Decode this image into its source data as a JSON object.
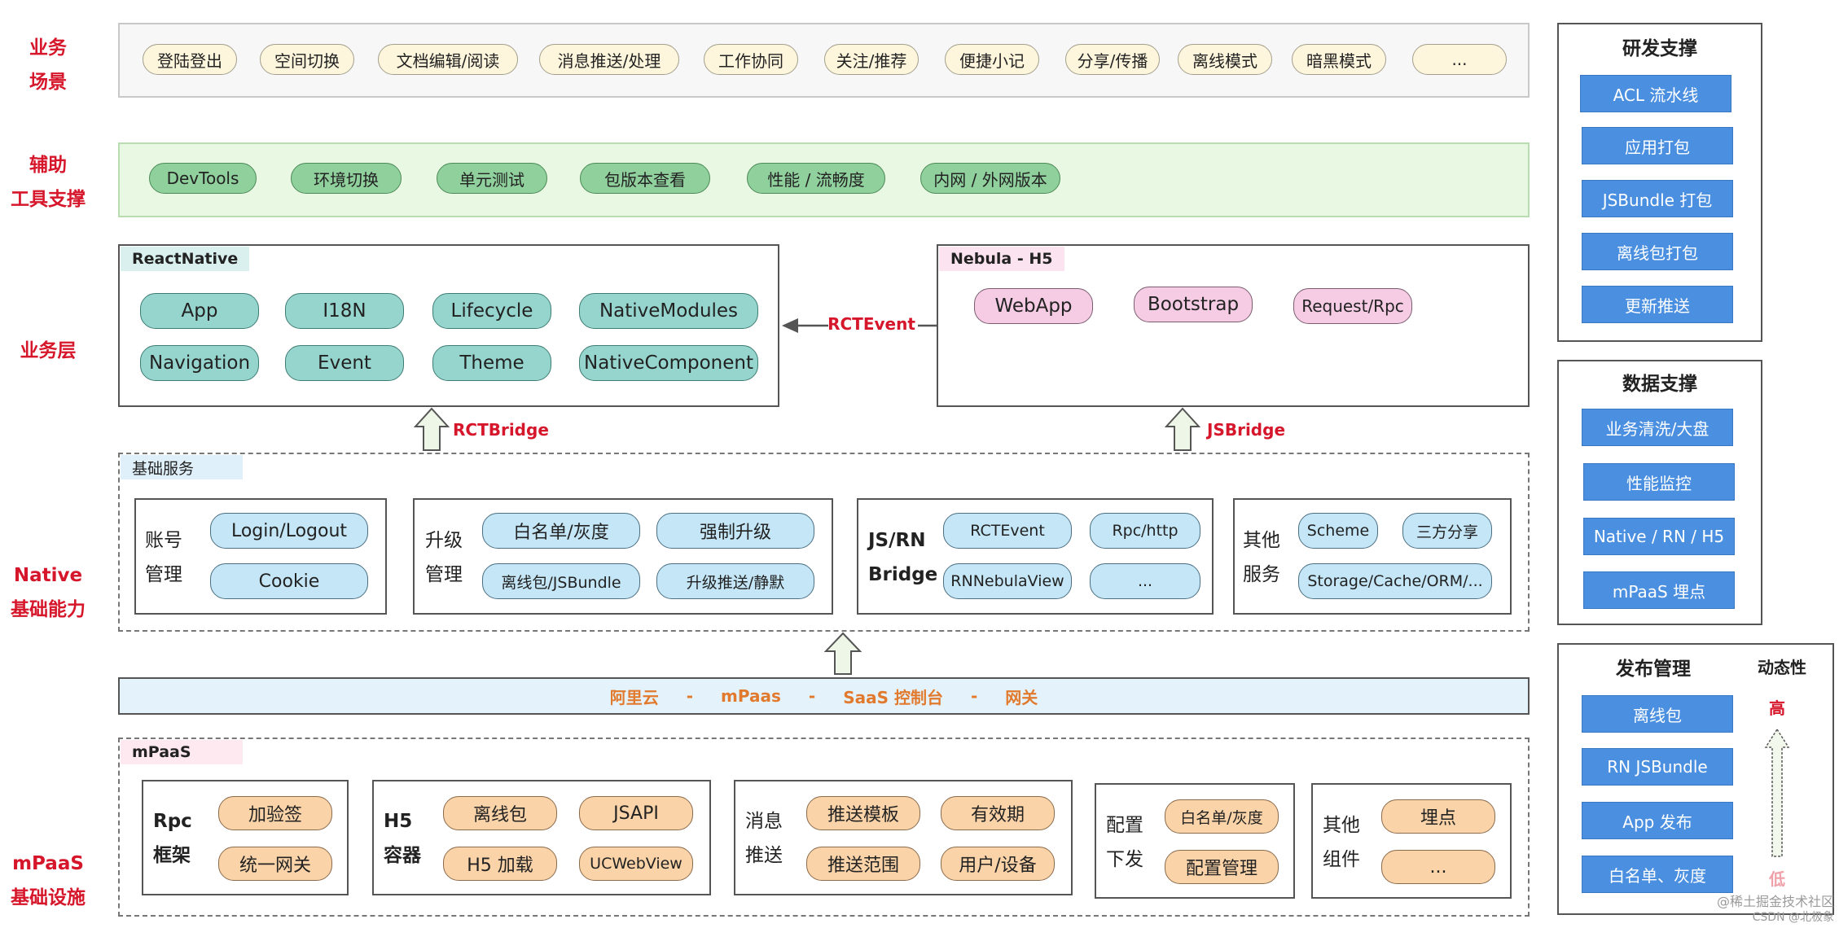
{
  "side_labels": {
    "business_scene": "业务\n场景",
    "aux_tools": "辅助\n工具支撑",
    "business_layer": "业务层",
    "native_base": "Native\n基础能力",
    "mpaas_infra": "mPaaS\n基础设施"
  },
  "scenes": [
    "登陆登出",
    "空间切换",
    "文档编辑/阅读",
    "消息推送/处理",
    "工作协同",
    "关注/推荐",
    "便捷小记",
    "分享/传播",
    "离线模式",
    "暗黑模式",
    "..."
  ],
  "tools": [
    "DevTools",
    "环境切换",
    "单元测试",
    "包版本查看",
    "性能 / 流畅度",
    "内网 / 外网版本"
  ],
  "rn": {
    "title": "ReactNative",
    "items": [
      "App",
      "I18N",
      "Lifecycle",
      "NativeModules",
      "Navigation",
      "Event",
      "Theme",
      "NativeComponent"
    ]
  },
  "rct_event": "RCTEvent",
  "h5": {
    "title": "Nebula - H5",
    "items": [
      "WebApp",
      "Bootstrap",
      "Request/Rpc"
    ]
  },
  "bridges": {
    "rct": "RCTBridge",
    "js": "JSBridge"
  },
  "native": {
    "title": "基础服务",
    "account": {
      "label": "账号\n管理",
      "items": [
        "Login/Logout",
        "Cookie"
      ]
    },
    "upgrade": {
      "label": "升级\n管理",
      "items": [
        "白名单/灰度",
        "强制升级",
        "离线包/JSBundle",
        "升级推送/静默"
      ]
    },
    "jsrn": {
      "label": "JS/RN\nBridge",
      "items": [
        "RCTEvent",
        "Rpc/http",
        "RNNebulaView",
        "..."
      ]
    },
    "other": {
      "label": "其他\n服务",
      "items": [
        "Scheme",
        "三方分享",
        "Storage/Cache/ORM/..."
      ]
    }
  },
  "gateway": [
    "阿里云",
    "-",
    "mPaas",
    "-",
    "SaaS 控制台",
    "-",
    "网关"
  ],
  "mpaas": {
    "title": "mPaaS",
    "rpc": {
      "label": "Rpc\n框架",
      "items": [
        "加验签",
        "统一网关"
      ]
    },
    "h5c": {
      "label": "H5\n容器",
      "items": [
        "离线包",
        "JSAPI",
        "H5 加载",
        "UCWebView"
      ]
    },
    "push": {
      "label": "消息\n推送",
      "items": [
        "推送模板",
        "有效期",
        "推送范围",
        "用户/设备"
      ]
    },
    "config": {
      "label": "配置\n下发",
      "items": [
        "白名单/灰度",
        "配置管理"
      ]
    },
    "others": {
      "label": "其他\n组件",
      "items": [
        "埋点",
        "..."
      ]
    }
  },
  "dev_support": {
    "title": "研发支撑",
    "items": [
      "ACL 流水线",
      "应用打包",
      "JSBundle 打包",
      "离线包打包",
      "更新推送"
    ]
  },
  "data_support": {
    "title": "数据支撑",
    "items": [
      "业务清洗/大盘",
      "性能监控",
      "Native / RN / H5",
      "mPaaS 埋点"
    ]
  },
  "release": {
    "title": "发布管理",
    "dynamic_title": "动态性",
    "high": "高",
    "low": "低",
    "items": [
      "离线包",
      "RN JSBundle",
      "App 发布",
      "白名单、灰度"
    ]
  },
  "watermark": {
    "line1": "@稀土掘金技术社区",
    "line2": "CSDN @北极象"
  },
  "colors": {
    "accent_red": "#d6162a",
    "gateway_orange": "#e27a2e",
    "panel_blue": "#4a8fe0"
  }
}
